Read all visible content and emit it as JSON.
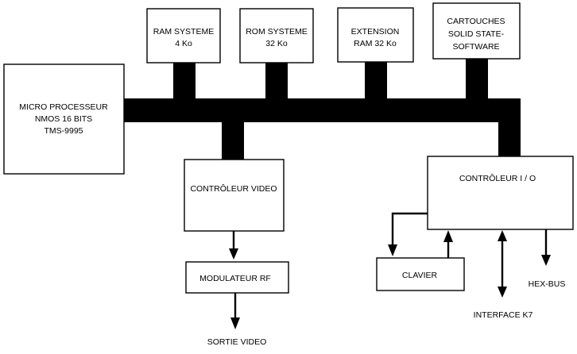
{
  "blocks": {
    "ram_systeme": [
      "RAM  SYSTEME",
      "4 Ko"
    ],
    "rom_systeme": [
      "ROM  SYSTEME",
      "32 Ko"
    ],
    "extension_ram": [
      "EXTENSION",
      "RAM  32 Ko"
    ],
    "cartouches": [
      "CARTOUCHES",
      "SOLID STATE-",
      "SOFTWARE"
    ],
    "microprocesseur": [
      "MICRO PROCESSEUR",
      "NMOS  16 BITS",
      "TMS-9995"
    ],
    "controleur_video": [
      "CONTRÔLEUR VIDEO"
    ],
    "controleur_io": [
      "CONTRÔLEUR I / O"
    ],
    "modulateur_rf": [
      "MODULATEUR  RF"
    ],
    "clavier": [
      "CLAVIER"
    ]
  },
  "outputs": {
    "sortie_video": "SORTIE  VIDEO",
    "interface_k7": "INTERFACE  K7",
    "hex_bus": "HEX-BUS"
  }
}
